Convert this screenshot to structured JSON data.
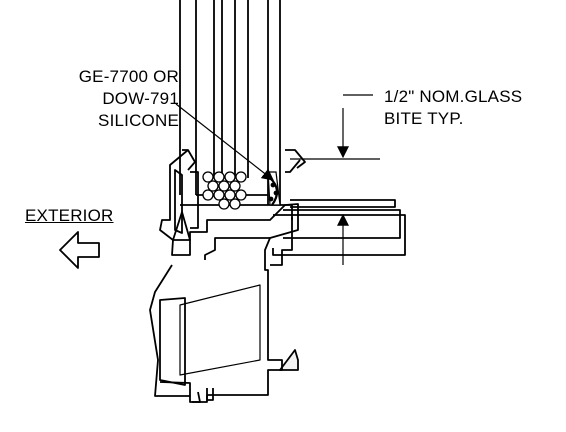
{
  "drawing": {
    "kind": "window frame section detail",
    "sealant_callout": {
      "lines": [
        "GE-7700 OR",
        "DOW-791",
        "SILICONE"
      ]
    },
    "glass_bite_callout": {
      "lines": [
        "1/2\" NOM.GLASS",
        "BITE TYP."
      ]
    },
    "exterior_label": "EXTERIOR",
    "exterior_arrow_icon": "left-arrow-icon",
    "line_color": "#000000",
    "background_color": "#ffffff"
  }
}
